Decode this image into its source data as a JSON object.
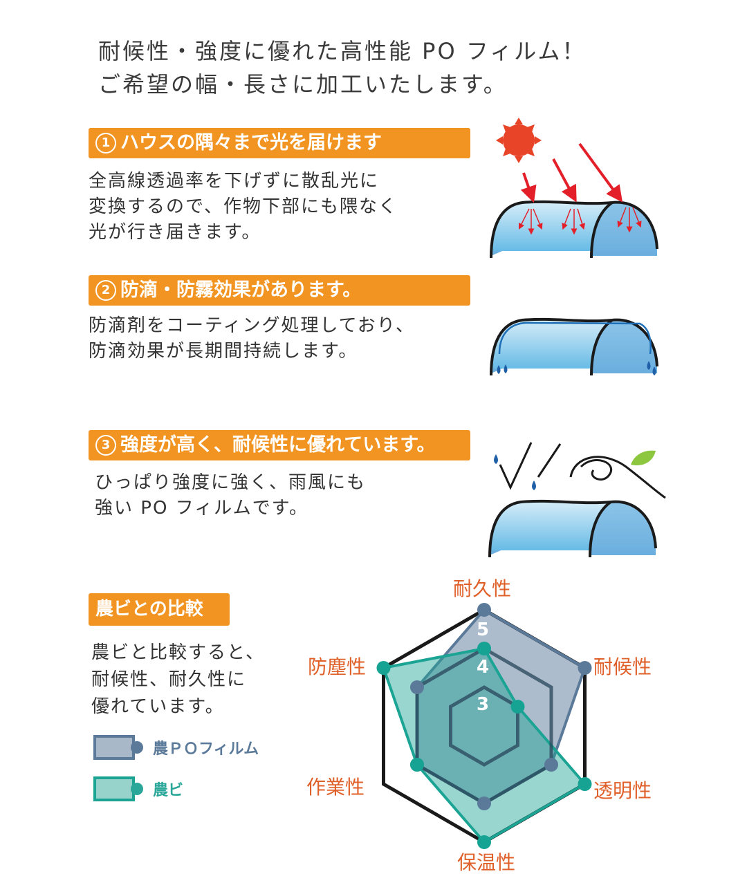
{
  "headline": {
    "line1": "耐候性・強度に優れた高性能 PO フィルム！",
    "line2": "ご希望の幅・長さに加工いたします。"
  },
  "features": [
    {
      "num": "1",
      "title": "ハウスの隅々まで光を届けます",
      "lines": [
        "全高線透過率を下げずに散乱光に",
        "変換するので、作物下部にも隈なく",
        "光が行き届きます。"
      ]
    },
    {
      "num": "2",
      "title": "防滴・防霧効果があります。",
      "lines": [
        "防滴剤をコーティング処理しており、",
        "防滴効果が長期間持続します。"
      ]
    },
    {
      "num": "3",
      "title": "強度が高く、耐候性に優れています。",
      "lines": [
        "ひっぱり強度に強く、雨風にも",
        "強い PO フィルムです。"
      ]
    }
  ],
  "comparison": {
    "title": "農ビとの比較",
    "lines": [
      "農ビと比較すると、",
      "耐候性、耐久性に",
      "優れています。"
    ]
  },
  "colors": {
    "accent": "#F29422",
    "po": "#5B7A99",
    "nobi": "#1BA394",
    "label": "#E0602A"
  },
  "chart_data": {
    "type": "radar",
    "axes": [
      "耐久性",
      "耐候性",
      "透明性",
      "保温性",
      "作業性",
      "防塵性"
    ],
    "rings": [
      3,
      4,
      5
    ],
    "range": [
      2,
      5
    ],
    "series": [
      {
        "name": "農ＰＯフィルム",
        "values": [
          5,
          5,
          4,
          4,
          4,
          4
        ],
        "color": "#5B7A99"
      },
      {
        "name": "農ビ",
        "values": [
          4,
          3,
          5,
          5,
          4,
          5
        ],
        "color": "#1BA394"
      }
    ],
    "legend": "left"
  }
}
